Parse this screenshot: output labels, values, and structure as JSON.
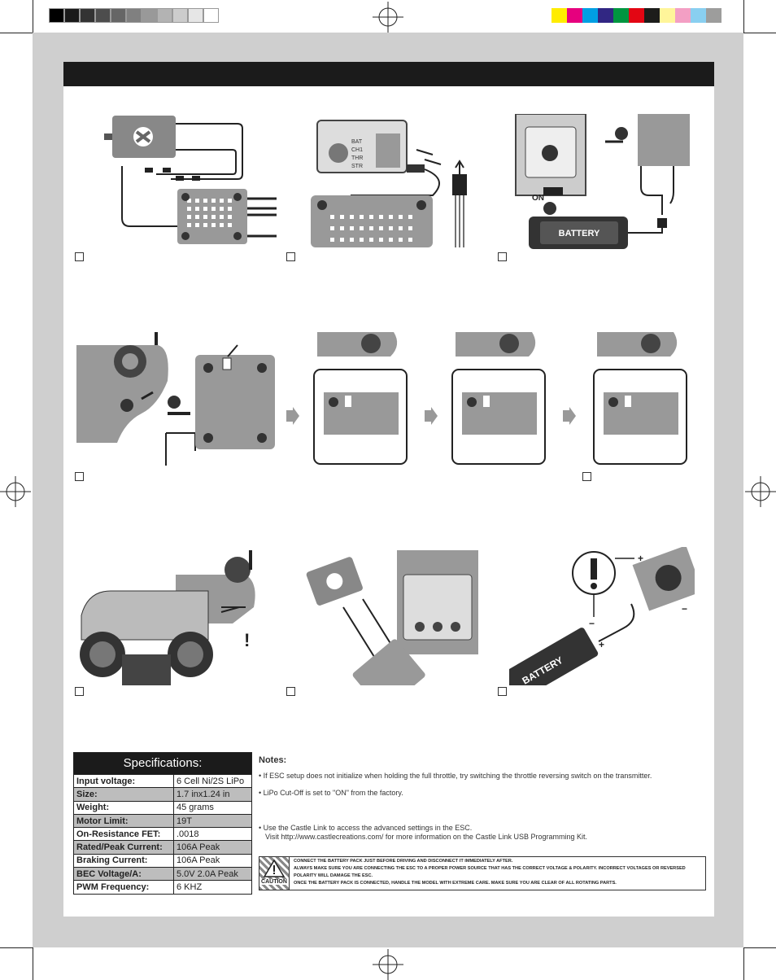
{
  "colors": {
    "page_background": "#cfcfcf",
    "header_bar": "#1b1b1b",
    "spec_alt_row": "#bdbdbd",
    "process_colors": [
      "#ffec00",
      "#e6007e",
      "#009fe3",
      "#312783",
      "#009640",
      "#e30613",
      "#1d1d1b",
      "#fff59a",
      "#f39fc4",
      "#89cff0",
      "#9d9d9c"
    ]
  },
  "icons": [
    "registration-mark-icon",
    "crop-mark-icon",
    "castle-logo-icon",
    "arrow-right-icon",
    "warning-icon",
    "plus-icon",
    "minus-icon"
  ],
  "diagrams": {
    "receiver_labels": [
      "BAT",
      "CH1",
      "THR",
      "STR"
    ],
    "on_label": "ON",
    "battery_label": "BATTERY",
    "battery_label_2": "BATTERY",
    "exclaim": "!",
    "plus": "+",
    "minus": "−"
  },
  "specs": {
    "title": "Specifications:",
    "rows": [
      {
        "k": "Input voltage:",
        "v": "6 Cell Ni/2S LiPo"
      },
      {
        "k": "Size:",
        "v": "1.7 inx1.24 in"
      },
      {
        "k": "Weight:",
        "v": "45 grams"
      },
      {
        "k": "Motor Limit:",
        "v": "19T"
      },
      {
        "k": "On-Resistance FET:",
        "v": ".0018"
      },
      {
        "k": "Rated/Peak Current:",
        "v": "106A Peak"
      },
      {
        "k": "Braking Current:",
        "v": "106A Peak"
      },
      {
        "k": "BEC Voltage/A:",
        "v": "5.0V 2.0A Peak"
      },
      {
        "k": "PWM Frequency:",
        "v": "6 KHZ"
      }
    ]
  },
  "notes": {
    "title": "Notes:",
    "items": [
      "• If ESC setup does not initialize when holding the full throttle, try switching the throttle reversing switch on the transmitter.",
      "• LiPo Cut-Off is set to \"ON\" from the factory.",
      "• Use the Castle Link to access the advanced settings in the ESC.",
      "Visit http://www.castlecreations.com/ for more information on the Castle Link USB Programming Kit."
    ]
  },
  "caution": {
    "label": "CAUTION",
    "lines": [
      "CONNECT THE BATTERY PACK JUST BEFORE DRIVING AND DISCONNECT IT IMMEDIATELY AFTER.",
      "ALWAYS MAKE SURE YOU ARE CONNECTING THE ESC TO A PROPER POWER SOURCE THAT HAS THE CORRECT VOLTAGE & POLARITY. INCORRECT VOLTAGES OR REVERSED POLARITY WILL DAMAGE THE ESC.",
      "ONCE THE BATTERY PACK IS CONNECTED, HANDLE THE MODEL WITH EXTREME CARE. MAKE SURE YOU ARE CLEAR OF ALL ROTATING PARTS."
    ]
  }
}
